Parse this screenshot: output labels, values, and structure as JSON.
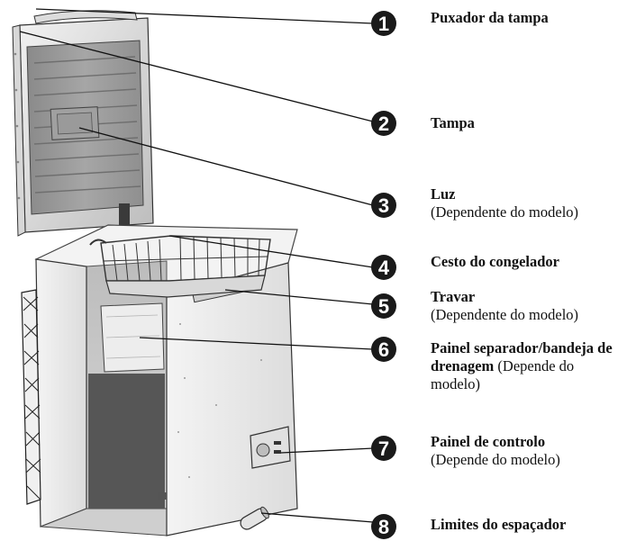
{
  "parts": [
    {
      "number": "1",
      "title": "Puxador da tampa",
      "note": ""
    },
    {
      "number": "2",
      "title": "Tampa",
      "note": ""
    },
    {
      "number": "3",
      "title": "Luz",
      "note": "(Dependente do modelo)"
    },
    {
      "number": "4",
      "title": "Cesto do congelador",
      "note": ""
    },
    {
      "number": "5",
      "title": "Travar",
      "note": "(Dependente do modelo)"
    },
    {
      "number": "6",
      "title": "Painel separador/bandeja de drenagem",
      "note": "(Depende do modelo)"
    },
    {
      "number": "7",
      "title": "Painel de controlo",
      "note": "(Depende do modelo)"
    },
    {
      "number": "8",
      "title": "Limites do espaçador",
      "note": ""
    }
  ],
  "colors": {
    "badge": "#1a1a1a",
    "line": "#111111",
    "cabinet": "#e6e6e6",
    "interior": "#c9c9c9",
    "dark_panel": "#555555"
  }
}
